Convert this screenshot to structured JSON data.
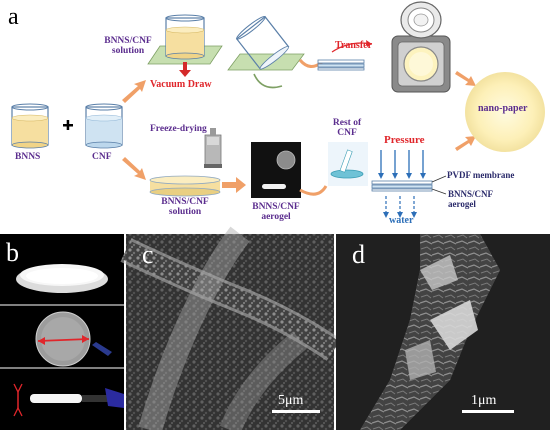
{
  "panel_labels": {
    "a": "a",
    "b": "b",
    "c": "c",
    "d": "d"
  },
  "labels": {
    "bnns": "BNNS",
    "cnf": "CNF",
    "solution_top_line1": "BNNS/CNF",
    "solution_top_line2": "solution",
    "vacuum_draw": "Vacuum Draw",
    "transfer": "Transfer",
    "freeze_drying": "Freeze-drying",
    "solution_bottom_line1": "BNNS/CNF",
    "solution_bottom_line2": "solution",
    "aerogel_line1": "BNNS/CNF",
    "aerogel_line2": "aerogel",
    "rest_cnf_line1": "Rest of",
    "rest_cnf_line2": "CNF",
    "pressure": "Pressure",
    "pvdf_membrane": "PVDF membrane",
    "aerogel2_line1": "BNNS/CNF",
    "aerogel2_line2": "aerogel",
    "water": "water",
    "nano_paper": "nano-paper"
  },
  "scale_bars": {
    "c": "5μm",
    "d": "1μm"
  },
  "colors": {
    "arrow_orange": "#f0a068",
    "label_purple": "#5b2d8e",
    "label_red": "#e0262b",
    "label_blue": "#2d6fb8",
    "bnns_fill": "#f6dfa0",
    "cnf_fill": "#cfe3f2",
    "nano_paper_fill": "#fdf3bf"
  }
}
